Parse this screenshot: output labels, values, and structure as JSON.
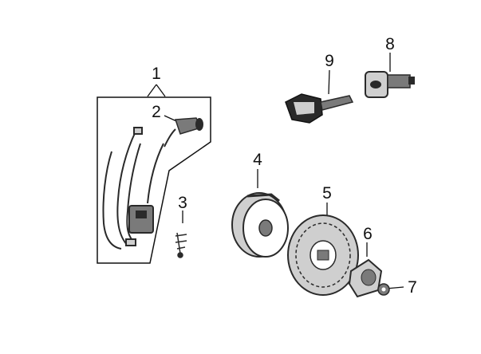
{
  "callouts": [
    {
      "label": "1"
    },
    {
      "label": "2"
    },
    {
      "label": "3"
    },
    {
      "label": "4"
    },
    {
      "label": "5"
    },
    {
      "label": "6"
    },
    {
      "label": "7"
    },
    {
      "label": "8"
    },
    {
      "label": "9"
    }
  ],
  "colors": {
    "ink": "#111111",
    "part_dark": "#2a2a2a",
    "part_mid": "#7a7a7a",
    "part_light": "#cfcfcf",
    "background": "#ffffff"
  }
}
